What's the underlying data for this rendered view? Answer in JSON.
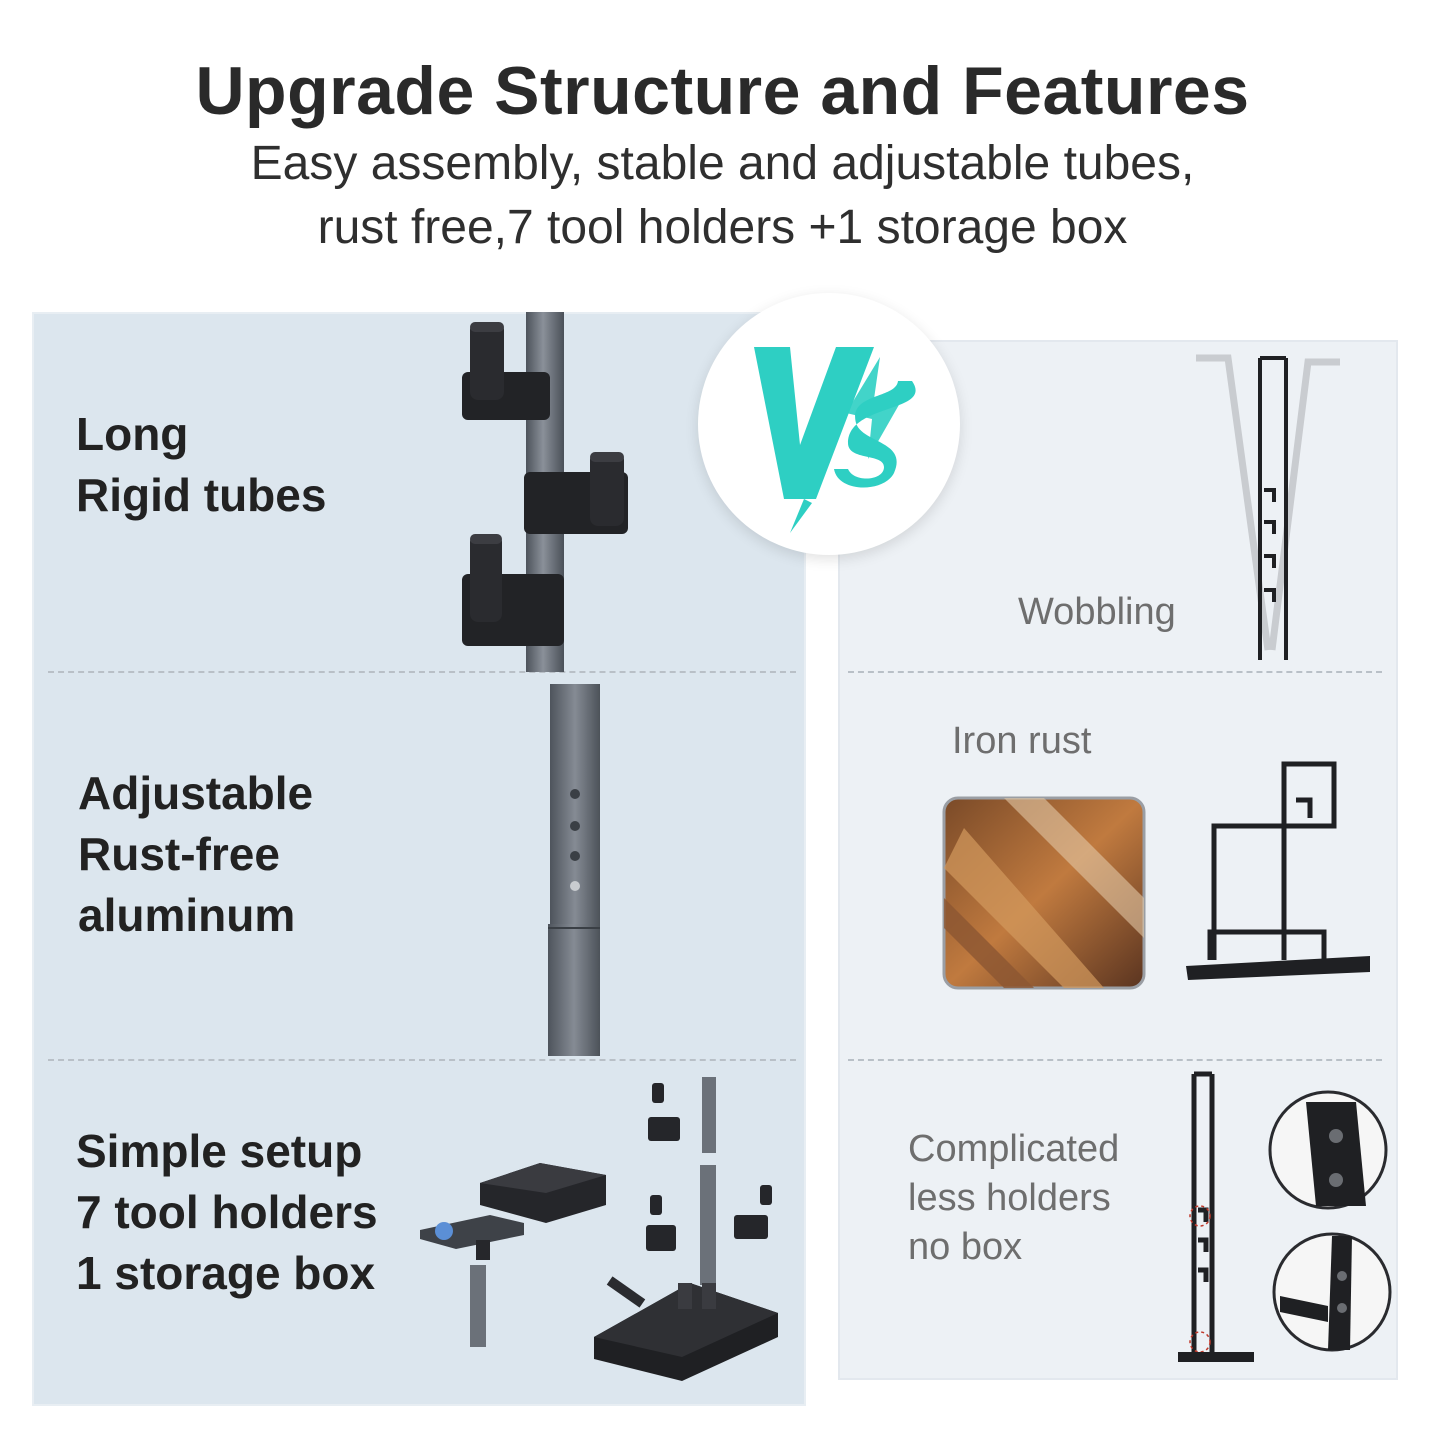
{
  "header": {
    "title": "Upgrade Structure and Features",
    "subtitle_line1": "Easy assembly, stable and adjustable tubes,",
    "subtitle_line2": "rust free,7 tool holders +1 storage box"
  },
  "badge": {
    "icon": "vs-icon",
    "color": "#2ecfc3"
  },
  "features": {
    "tubes": {
      "line1": "Long",
      "line2": "Rigid tubes"
    },
    "aluminum": {
      "line1": "Adjustable",
      "line2": "Rust-free",
      "line3": "aluminum"
    },
    "setup": {
      "line1": "Simple setup",
      "line2": "7 tool holders",
      "line3": "1 storage box"
    }
  },
  "competitor": {
    "wobble": {
      "label": "Wobbling"
    },
    "rust": {
      "label": "Iron rust"
    },
    "complex": {
      "line1": "Complicated",
      "line2": "less holders",
      "line3": "no box"
    }
  },
  "colors": {
    "left_panel": "#dce6ee",
    "right_panel": "#edf1f5",
    "tube_gray": "#616770",
    "holder_black": "#1e1f22"
  }
}
